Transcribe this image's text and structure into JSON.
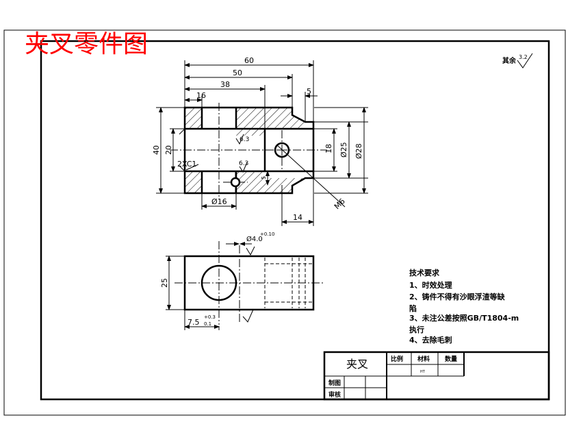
{
  "title": "夹叉零件图",
  "roughness": {
    "label": "其余",
    "value": "3.2"
  },
  "dims_front": {
    "d60": "60",
    "d50": "50",
    "d38": "38",
    "d16": "16",
    "d5": "5",
    "d40": "40",
    "d20": "20",
    "d18": "18",
    "dia25": "Ø25",
    "dia28": "Ø28",
    "dia16": "Ø16",
    "d14": "14",
    "m6": "M6",
    "chamfer": "2XC1",
    "r63a": "6.3",
    "r63b": "6.3",
    "d5v": "5"
  },
  "dims_top": {
    "dia4": "Ø4.0",
    "dia4_upper": "+0.10",
    "d25": "25",
    "d75": "7.5",
    "d75_upper": "+0.3",
    "d75_lower": "0.1"
  },
  "tech": {
    "heading": "技术要求",
    "items": [
      "1、时效处理",
      "2、铸件不得有沙眼浮渣等缺",
      "陷",
      "3、未注公差按照GB/T1804-m",
      "执行",
      "4、去除毛刺"
    ]
  },
  "title_block": {
    "part_name": "夹叉",
    "scale_label": "比例",
    "material_label": "材料",
    "quantity_label": "数量",
    "material_value": "HT",
    "drawn_label": "制图",
    "checked_label": "审核"
  }
}
